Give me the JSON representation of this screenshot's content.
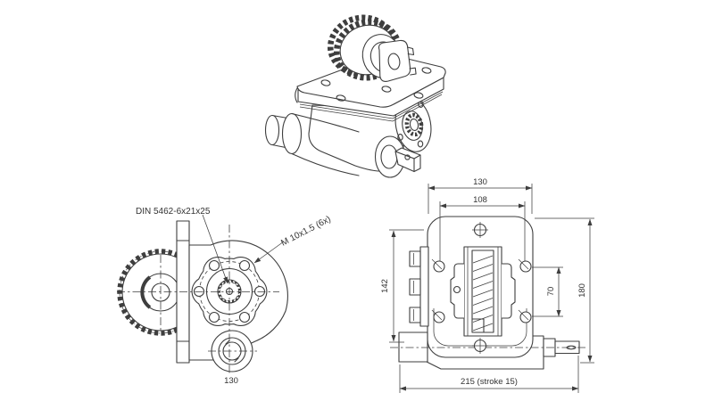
{
  "page": {
    "background": "#ffffff",
    "line_color": "#3e3e3e",
    "text_color": "#333333"
  },
  "side_view": {
    "label_spline": "DIN 5462-6x21x25",
    "label_thread": "M 10x1.5 (6x)",
    "dim_width": "130"
  },
  "front_view": {
    "dim_width_outer": "130",
    "dim_width_bolts": "108",
    "dim_height_left": "142",
    "dim_bolt_spacing": "70",
    "dim_height_right": "180",
    "dim_length": "215 (stroke 15)"
  }
}
